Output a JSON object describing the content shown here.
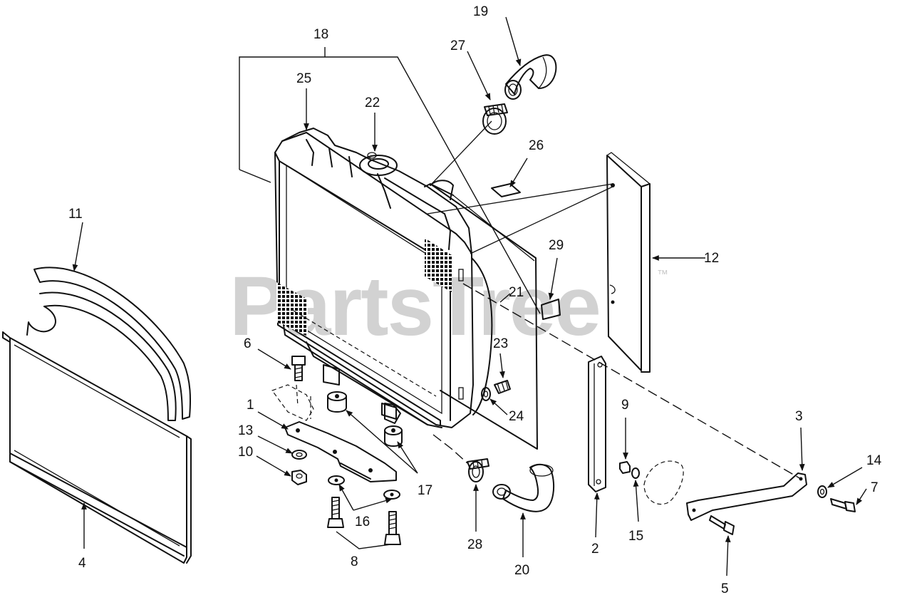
{
  "watermark": {
    "text": "PartsTree",
    "trademark": "™"
  },
  "callouts": {
    "c1": "1",
    "c2": "2",
    "c3": "3",
    "c4": "4",
    "c5": "5",
    "c6": "6",
    "c7": "7",
    "c8": "8",
    "c9": "9",
    "c10": "10",
    "c11": "11",
    "c12": "12",
    "c13": "13",
    "c14": "14",
    "c15": "15",
    "c16": "16",
    "c17": "17",
    "c18": "18",
    "c19": "19",
    "c20": "20",
    "c21": "21",
    "c22": "22",
    "c23": "23",
    "c24": "24",
    "c25": "25",
    "c26": "26",
    "c27": "27",
    "c28": "28",
    "c29": "29"
  }
}
